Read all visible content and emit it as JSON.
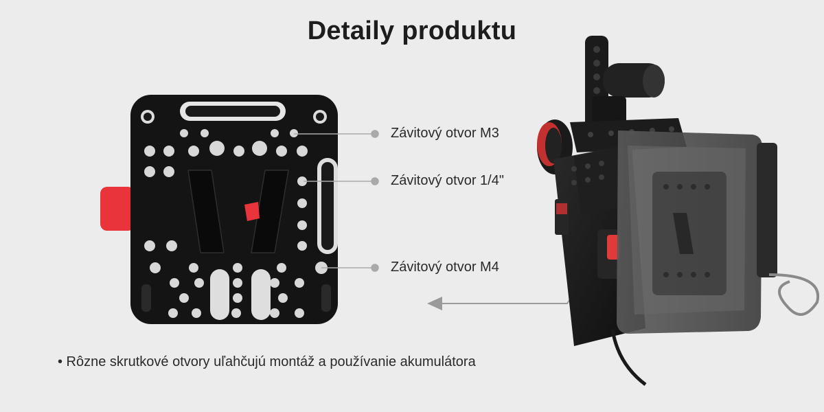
{
  "title": "Detaily produktu",
  "callouts": [
    {
      "label": "Závitový otvor M3"
    },
    {
      "label": "Závitový otvor 1/4\""
    },
    {
      "label": "Závitový otvor M4"
    }
  ],
  "bullet": "• Rôzne skrutkové otvory uľahčujú montáž a používanie akumulátora",
  "colors": {
    "background": "#edeced",
    "plate": "#141414",
    "accent_red": "#e8343a",
    "callout_line": "#a9a9a9"
  }
}
